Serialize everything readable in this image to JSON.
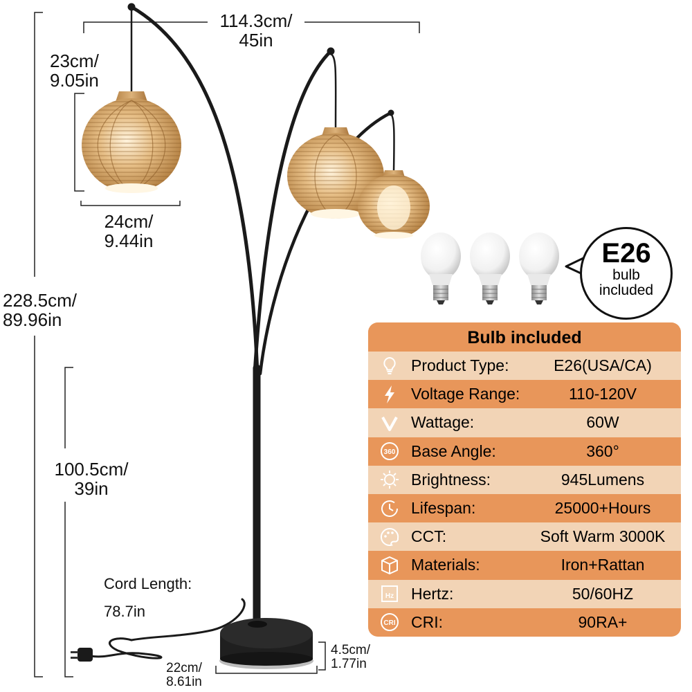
{
  "dimensions": {
    "width": [
      "114.3cm/",
      "45in"
    ],
    "shade_height": [
      "23cm/",
      "9.05in"
    ],
    "shade_width": [
      "24cm/",
      "9.44in"
    ],
    "total_height": [
      "228.5cm/",
      "89.96in"
    ],
    "pole_height": [
      "100.5cm/",
      "39in"
    ],
    "cord_label": "Cord Length:",
    "cord_value": "78.7in",
    "base_diameter": [
      "22cm/",
      "8.61in"
    ],
    "base_height": [
      "4.5cm/",
      "1.77in"
    ]
  },
  "bubble": {
    "type": "E26",
    "line1": "bulb",
    "line2": "included"
  },
  "spec_table": {
    "title": "Bulb included",
    "rows": [
      {
        "icon": "bulb-icon",
        "label": "Product Type:",
        "value": "E26(USA/CA)"
      },
      {
        "icon": "lightning-icon",
        "label": "Voltage Range:",
        "value": "110-120V"
      },
      {
        "icon": "wattage-icon",
        "label": "Wattage:",
        "value": "60W"
      },
      {
        "icon": "rotate-360-icon",
        "label": "Base Angle:",
        "value": "360°"
      },
      {
        "icon": "brightness-icon",
        "label": "Brightness:",
        "value": "945Lumens"
      },
      {
        "icon": "clock-icon",
        "label": "Lifespan:",
        "value": "25000+Hours"
      },
      {
        "icon": "color-temperature-icon",
        "label": "CCT:",
        "value": "Soft Warm 3000K"
      },
      {
        "icon": "box-icon",
        "label": "Materials:",
        "value": "Iron+Rattan"
      },
      {
        "icon": "hertz-icon",
        "label": "Hertz:",
        "value": "50/60HZ"
      },
      {
        "icon": "cri-icon",
        "label": "CRI:",
        "value": "90RA+"
      }
    ]
  },
  "colors": {
    "table_dark": "#e8965a",
    "table_light": "#f2d4b6",
    "rattan": "#c8975c",
    "lamp_black": "#1a1a1a"
  }
}
